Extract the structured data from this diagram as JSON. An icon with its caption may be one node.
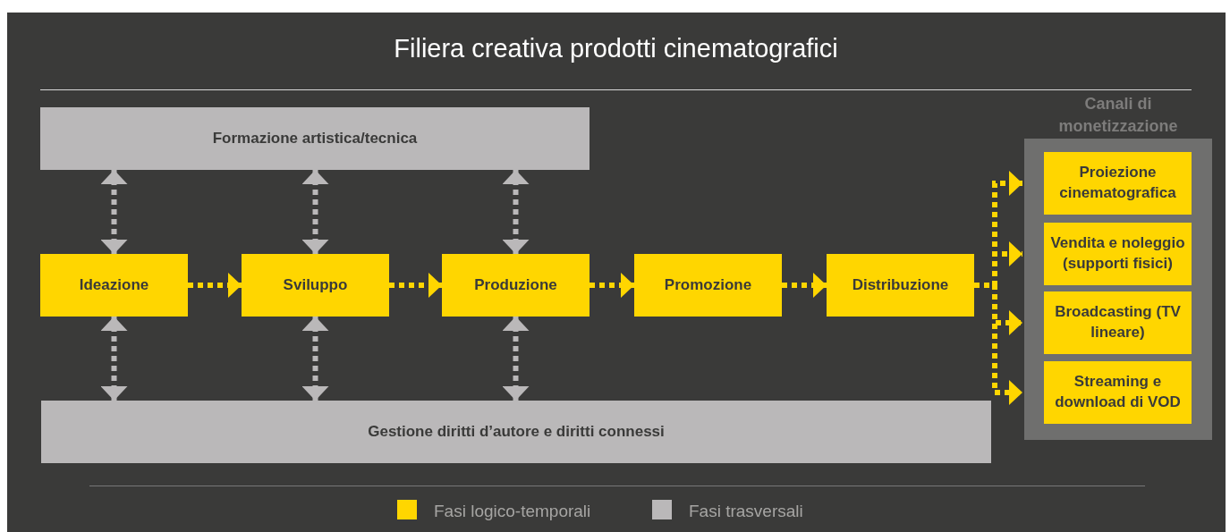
{
  "diagram": {
    "title": "Filiera creativa prodotti cinematografici",
    "nodes": [
      {
        "text": [
          "Formazione artistica/tecnica"
        ]
      },
      {
        "text": [
          "Ideazione"
        ]
      },
      {
        "text": [
          "Sviluppo"
        ]
      },
      {
        "text": [
          "Produzione"
        ]
      },
      {
        "text": [
          "Promozione"
        ]
      },
      {
        "text": [
          "Distribuzione"
        ]
      },
      {
        "text": [
          "Gestione diritti d’autore e diritti connessi"
        ]
      },
      {
        "text": [
          "Canali di monetizzazione"
        ]
      },
      {
        "text": [
          "Proiezione cinematografica"
        ],
        "in": 7
      },
      {
        "text": [
          "Vendita e noleggio (supporti fisici)"
        ],
        "in": 7
      },
      {
        "text": [
          "Broadcasting (TV lineare)"
        ],
        "in": 7
      },
      {
        "text": [
          "Streaming e download di VOD"
        ],
        "in": 7
      }
    ],
    "edges": [
      {
        "from": 0,
        "to": 1,
        "arrow": "both",
        "color": "#bab8b9"
      },
      {
        "from": 0,
        "to": 2,
        "arrow": "both",
        "color": "#bab8b9"
      },
      {
        "from": 0,
        "to": 3,
        "arrow": "both",
        "color": "#bab8b9"
      },
      {
        "from": 1,
        "to": 2,
        "arrow": "to"
      },
      {
        "from": 2,
        "to": 3,
        "arrow": "to"
      },
      {
        "from": 3,
        "to": 4,
        "arrow": "to"
      },
      {
        "from": 4,
        "to": 5,
        "arrow": "to"
      },
      {
        "from": 1,
        "to": 6,
        "arrow": "both",
        "color": "#bab8b9"
      },
      {
        "from": 2,
        "to": 6,
        "arrow": "both",
        "color": "#bab8b9"
      },
      {
        "from": 3,
        "to": 6,
        "arrow": "both",
        "color": "#bab8b9"
      },
      {
        "from": 5,
        "to": 8,
        "arrow": "to"
      },
      {
        "from": 5,
        "to": 9,
        "arrow": "to"
      },
      {
        "from": 5,
        "to": 10,
        "arrow": "to"
      },
      {
        "from": 5,
        "to": 11,
        "arrow": "to"
      }
    ],
    "legend": [
      {
        "text": "Fasi logico-temporali",
        "color": "#ffd600"
      },
      {
        "text": "Fasi trasversali",
        "color": "#bab8b9"
      }
    ]
  }
}
